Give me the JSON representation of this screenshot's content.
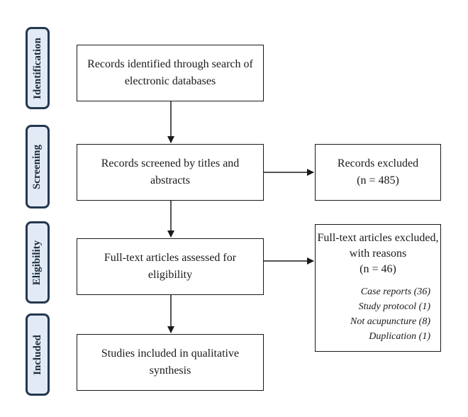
{
  "stages": {
    "identification": "Identification",
    "screening": "Screening",
    "eligibility": "Eligibility",
    "included": "Included"
  },
  "boxes": {
    "identified": "Records identified through search of electronic databases",
    "screened": "Records screened by titles and abstracts",
    "fulltext": "Full-text articles assessed for eligibility",
    "included": "Studies included in qualitative synthesis"
  },
  "excluded_screen": {
    "label": "Records excluded",
    "count": "(n = 485)"
  },
  "excluded_fulltext": {
    "label": "Full-text articles excluded, with reasons",
    "count": "(n = 46)",
    "reasons": [
      "Case reports (36)",
      "Study protocol (1)",
      "Not acupuncture (8)",
      "Duplication (1)"
    ]
  },
  "colors": {
    "stage_fill": "#e2ebf5",
    "stage_border": "#24384f",
    "line": "#1a1a1a"
  }
}
